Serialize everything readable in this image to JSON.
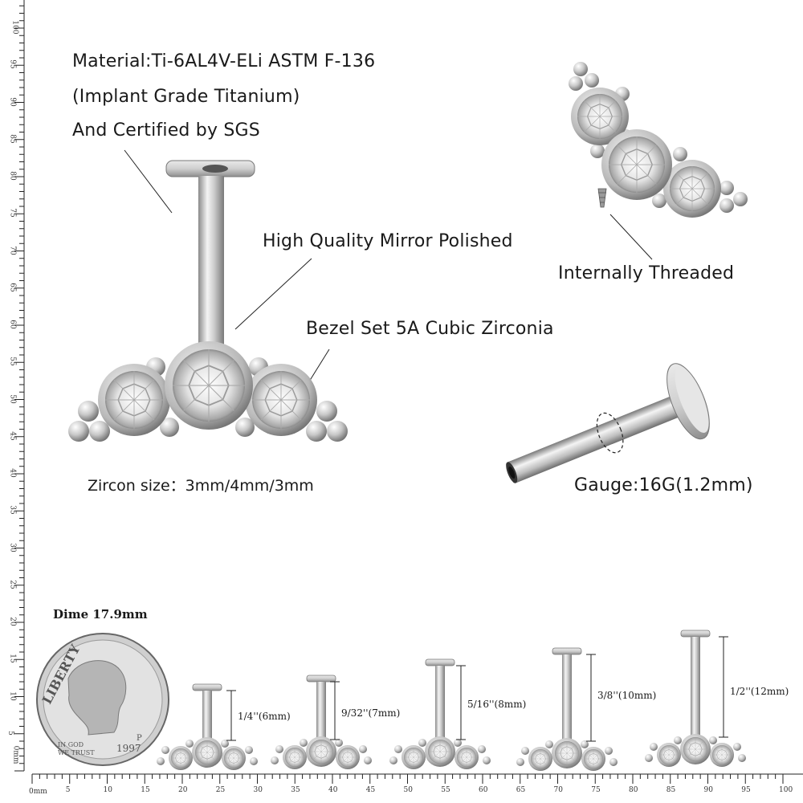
{
  "specs": {
    "material_line1": "Material:Ti-6AL4V-ELi ASTM F-136",
    "material_line2": "(Implant Grade Titanium)",
    "material_line3": "And Certified by SGS",
    "polish": "High Quality Mirror Polished",
    "bezel": "Bezel Set 5A Cubic Zirconia",
    "zircon_size": "Zircon size：3mm/4mm/3mm",
    "threading": "Internally Threaded",
    "gauge": "Gauge:16G(1.2mm)"
  },
  "dime": {
    "label": "Dime 17.9mm",
    "text_liberty": "LIBERTY",
    "text_motto1": "IN GOD",
    "text_motto2": "WE TRUST",
    "year": "1997",
    "mint": "P"
  },
  "sizes": [
    {
      "label": "1/4''(6mm)"
    },
    {
      "label": "9/32''(7mm)"
    },
    {
      "label": "5/16''(8mm)"
    },
    {
      "label": "3/8''(10mm)"
    },
    {
      "label": "1/2''(12mm)"
    }
  ],
  "ruler": {
    "unit": "mm",
    "bottom_first": "0mm",
    "ticks": [
      "5",
      "10",
      "15",
      "20",
      "25",
      "30",
      "35",
      "40",
      "45",
      "50",
      "55",
      "60",
      "65",
      "70",
      "75",
      "80",
      "85",
      "90",
      "95",
      "100"
    ],
    "left_first": "0mm"
  },
  "colors": {
    "metal_light": "#f2f2f2",
    "metal_mid": "#bdbdbd",
    "metal_dark": "#6e6e6e",
    "text": "#1a1a1a"
  }
}
